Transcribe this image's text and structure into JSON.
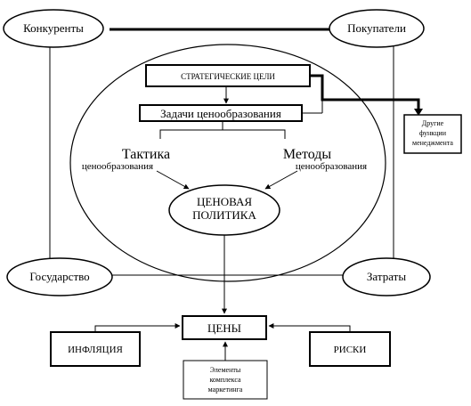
{
  "nodes": {
    "competitors": "Конкуренты",
    "buyers": "Покупатели",
    "state": "Государство",
    "costs": "Затраты",
    "strategic_goals": "СТРАТЕГИЧЕСКИЕ ЦЕЛИ",
    "pricing_tasks": "Задачи ценообразования",
    "other_functions": [
      "Другие",
      "функции",
      "менеджмента"
    ],
    "tactics_title": "Тактика",
    "tactics_sub": "ценообразования",
    "methods_title": "Методы",
    "methods_sub": "ценообразования",
    "price_policy": [
      "ЦЕНОВАЯ",
      "ПОЛИТИКА"
    ],
    "prices": "ЦЕНЫ",
    "inflation": "ИНФЛЯЦИЯ",
    "risks": "РИСКИ",
    "marketing_elements": [
      "Элементы",
      "комплекса",
      "маркетинга"
    ]
  },
  "colors": {
    "stroke": "#000000",
    "background": "#ffffff"
  }
}
